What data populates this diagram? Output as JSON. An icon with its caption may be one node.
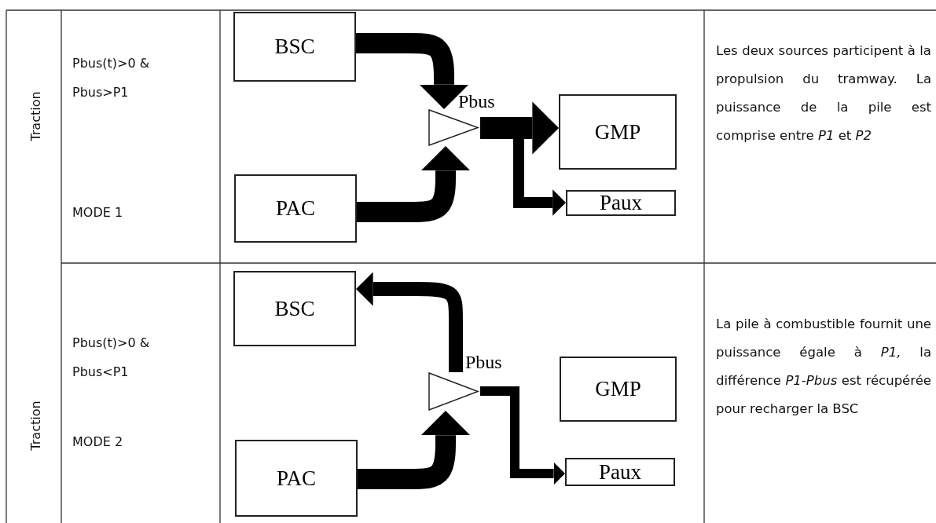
{
  "diagram": {
    "nodes": [
      {
        "text": [
          "BSC"
        ]
      },
      {
        "text": [
          "PAC"
        ]
      },
      {
        "text": [],
        "shape": "triangle",
        "beside": [
          "Pbus"
        ]
      },
      {
        "text": [
          "GMP"
        ]
      },
      {
        "text": [
          "Paux"
        ]
      },
      {
        "text": [
          "BSC"
        ]
      },
      {
        "text": [
          "PAC"
        ]
      },
      {
        "text": [],
        "shape": "triangle",
        "beside": [
          "Pbus"
        ]
      },
      {
        "text": [
          "GMP"
        ]
      },
      {
        "text": [
          "Paux"
        ]
      }
    ],
    "edges": [
      {
        "from": 0,
        "to": 2,
        "arrow": "to"
      },
      {
        "from": 1,
        "to": 2,
        "arrow": "to"
      },
      {
        "from": 2,
        "to": 3,
        "arrow": "to"
      },
      {
        "from": 2,
        "to": 4,
        "arrow": "to"
      },
      {
        "from": 7,
        "to": 5,
        "arrow": "to"
      },
      {
        "from": 6,
        "to": 7,
        "arrow": "to"
      },
      {
        "from": 7,
        "to": 9,
        "arrow": "to"
      }
    ],
    "labels": [
      "Traction",
      "Pbus(t)>0 & Pbus>P1",
      "MODE 1",
      "Les deux sources participent à la propulsion du tramway. La puissance de la pile est comprise entre *P1* et *P2*",
      "Traction",
      "Pbus(t)>0 & Pbus<P1",
      "MODE 2",
      "La pile à combustible fournit une puissance égale à *P1,* la différence *P1-Pbus* est récupérée pour recharger la BSC"
    ]
  }
}
